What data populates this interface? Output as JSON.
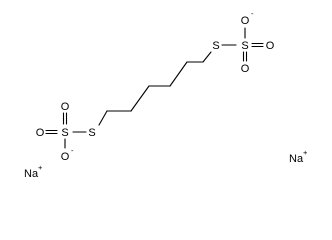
{
  "molecule": {
    "bond_color": "#000000",
    "text_color": "#000000",
    "background": "#ffffff",
    "upper_group": {
      "thio_s": "S",
      "sulfonyl_s": "S",
      "o_top": "O",
      "o_top_charge": "-",
      "o_right": "O",
      "o_bottom": "O"
    },
    "lower_group": {
      "thio_s": "S",
      "sulfonyl_s": "S",
      "o_top": "O",
      "o_left": "O",
      "o_bottom": "O",
      "o_bottom_charge": "-"
    },
    "counterions": [
      {
        "symbol": "Na",
        "charge": "+"
      },
      {
        "symbol": "Na",
        "charge": "+"
      }
    ]
  }
}
